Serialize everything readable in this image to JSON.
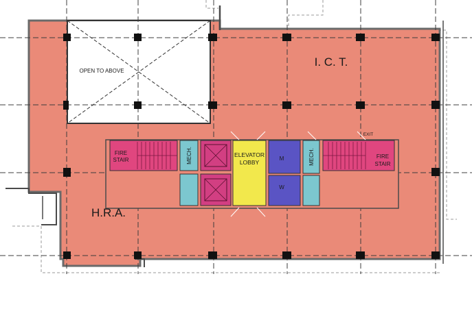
{
  "labels": {
    "open_to_above": "OPEN TO ABOVE",
    "ict": "I. C. T.",
    "hra": "H.R.A.",
    "fire_stair_left_1": "FIRE",
    "fire_stair_left_2": "STAIR",
    "fire_stair_right_1": "FIRE",
    "fire_stair_right_2": "STAIR",
    "mech_left": "MECH.",
    "mech_right": "MECH.",
    "elevator_lobby_1": "ELEVATOR",
    "elevator_lobby_2": "LOBBY",
    "restroom_men": "M",
    "restroom_women": "W",
    "exit": "EXIT"
  },
  "colors": {
    "office": "#ea8a78",
    "fire_stair": "#e0467f",
    "mechanical": "#7cc7cf",
    "elevator_shaft": "#d23f82",
    "elevator_lobby": "#f2e84c",
    "restroom": "#5a54c4",
    "column": "#111111",
    "wall": "#6a6a6a"
  }
}
